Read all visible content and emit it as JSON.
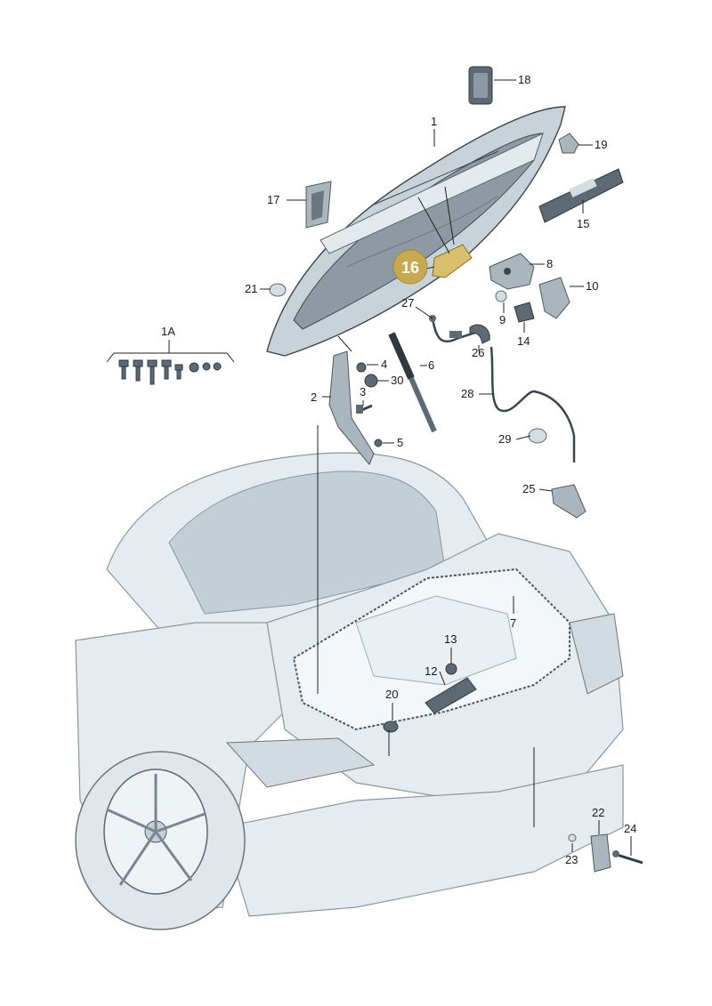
{
  "callouts": {
    "c1": "1",
    "c1A": "1A",
    "c2": "2",
    "c3": "3",
    "c4": "4",
    "c5": "5",
    "c6": "6",
    "c7": "7",
    "c8": "8",
    "c9": "9",
    "c10": "10",
    "c12": "12",
    "c13": "13",
    "c14": "14",
    "c15": "15",
    "c16": "16",
    "c17": "17",
    "c18": "18",
    "c19": "19",
    "c20": "20",
    "c21": "21",
    "c22": "22",
    "c23": "23",
    "c24": "24",
    "c25": "25",
    "c26": "26",
    "c27": "27",
    "c28": "28",
    "c29": "29",
    "c30": "30"
  },
  "colors": {
    "highlight": "#c9a94f",
    "body": "#e4ecf1",
    "line": "#222222"
  },
  "highlighted_part": "16"
}
